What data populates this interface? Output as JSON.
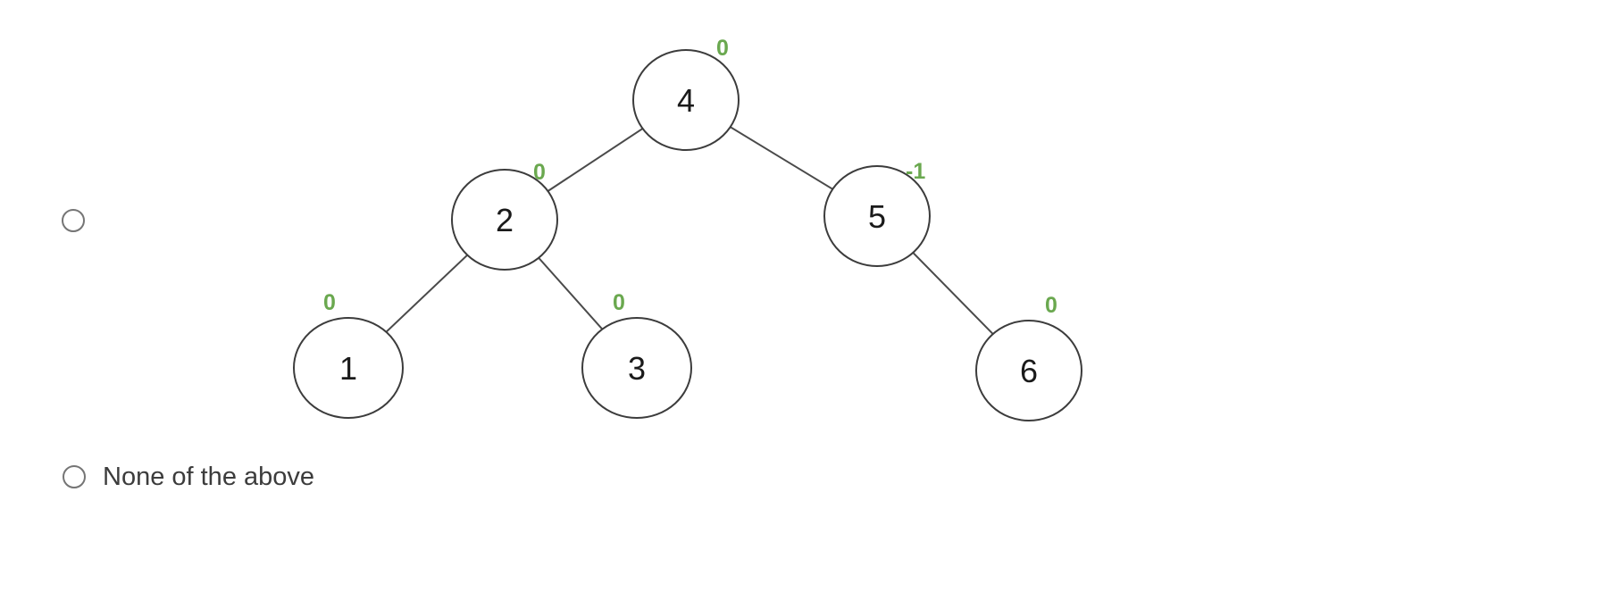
{
  "options": [
    {
      "label": "",
      "kind": "tree-diagram-answer"
    },
    {
      "label": "None of the above",
      "kind": "text-answer"
    }
  ],
  "tree": {
    "nodes": [
      {
        "value": "4",
        "balance": "0"
      },
      {
        "value": "2",
        "balance": "0"
      },
      {
        "value": "5",
        "balance": "-1"
      },
      {
        "value": "1",
        "balance": "0"
      },
      {
        "value": "3",
        "balance": "0"
      },
      {
        "value": "6",
        "balance": "0"
      }
    ],
    "edges": [
      {
        "from": "4",
        "to": "2"
      },
      {
        "from": "4",
        "to": "5"
      },
      {
        "from": "2",
        "to": "1"
      },
      {
        "from": "2",
        "to": "3"
      },
      {
        "from": "5",
        "to": "6"
      }
    ]
  },
  "colors": {
    "balance_label": "#6aa84f",
    "node_stroke": "#3c3c3c",
    "edge": "#4a4a4a",
    "node_text": "#1a1a1a"
  }
}
